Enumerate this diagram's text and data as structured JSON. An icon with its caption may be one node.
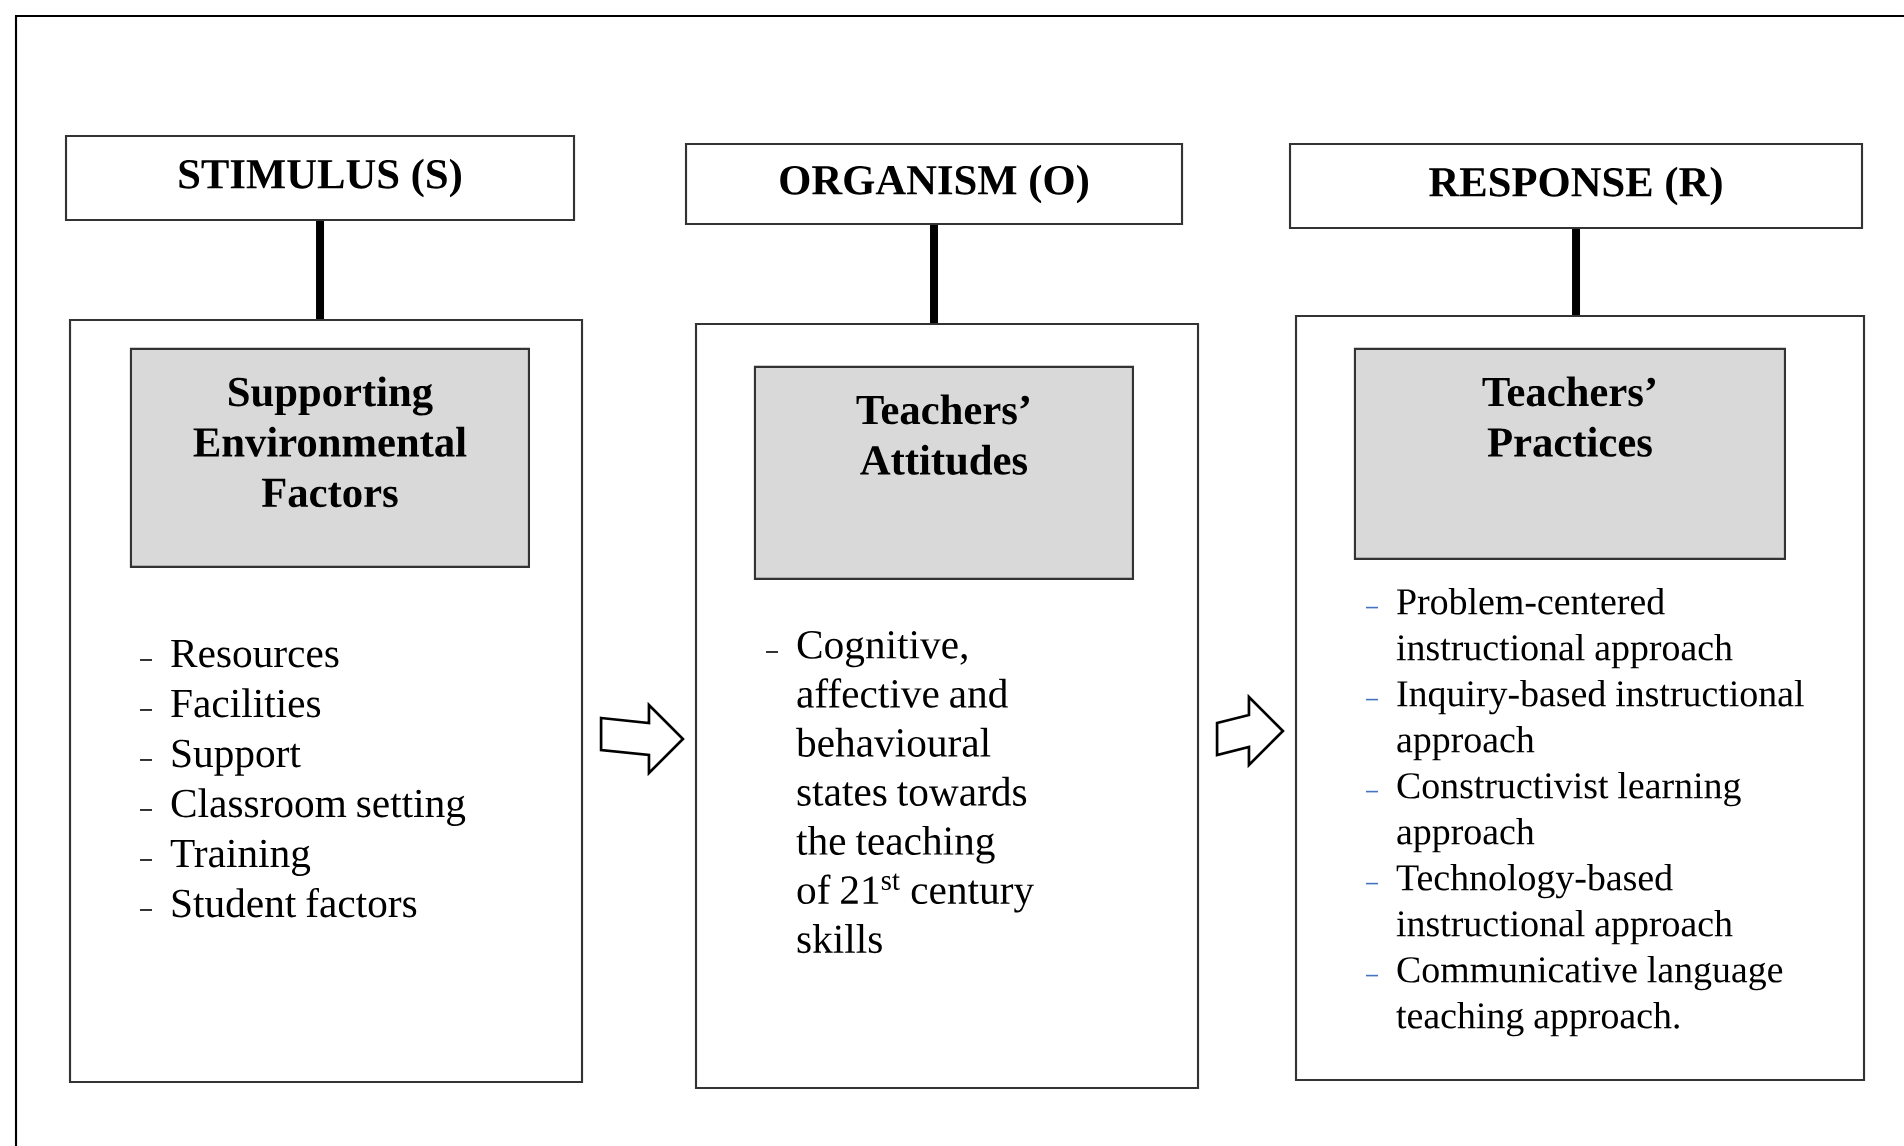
{
  "diagram": {
    "nodes": [
      {
        "text": [
          "STIMULUS (S)"
        ]
      },
      {
        "text": [
          "Resources",
          "Facilities",
          "Support",
          "Classroom setting",
          "Training",
          "Student factors"
        ]
      },
      {
        "text": [
          "Supporting Environmental Factors"
        ],
        "in": 1
      },
      {
        "text": [
          "ORGANISM (O)"
        ]
      },
      {
        "text": [
          "Cognitive, affective and behavioural states towards the teaching of 21$^{st}$ century skills"
        ]
      },
      {
        "text": [
          "Teachers’ Attitudes"
        ],
        "in": 4
      },
      {
        "text": [
          "RESPONSE (R)"
        ]
      },
      {
        "text": [
          "Problem-centered instructional approach",
          "Inquiry-based instructional approach",
          "Constructivist learning approach",
          "Technology-based instructional approach",
          "Communicative language teaching approach."
        ]
      },
      {
        "text": [
          "Teachers’ Practices"
        ],
        "in": 7
      }
    ],
    "edges": [
      {
        "from": 0,
        "to": 1,
        "arrow": "none"
      },
      {
        "from": 3,
        "to": 4,
        "arrow": "none"
      },
      {
        "from": 6,
        "to": 7,
        "arrow": "none"
      },
      {
        "from": 1,
        "to": 4,
        "arrow": "to"
      },
      {
        "from": 4,
        "to": 7,
        "arrow": "to"
      }
    ]
  }
}
